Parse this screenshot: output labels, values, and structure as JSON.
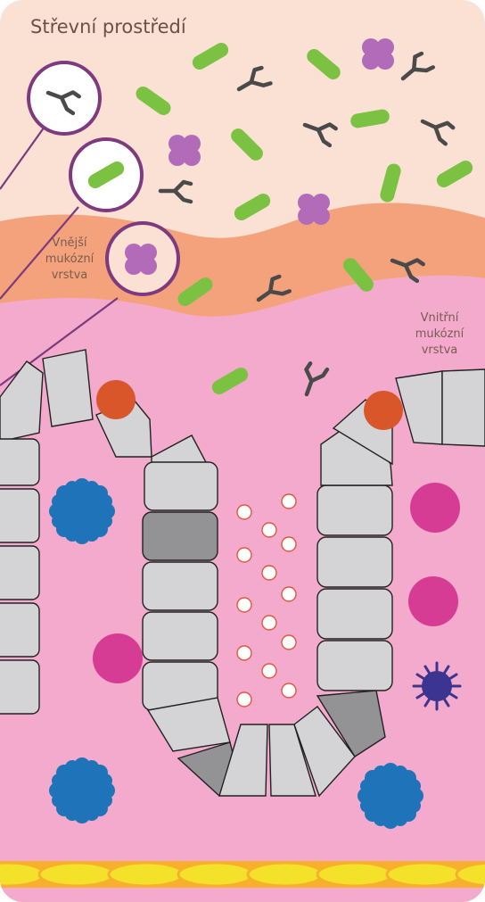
{
  "title": "Střevní prostředí",
  "outer_mucus": [
    "Vnější",
    "mukózní",
    "vrstva"
  ],
  "inner_mucus": [
    "Vnitřní",
    "mukózní",
    "vrstva"
  ],
  "legend": {
    "items": [
      "antibody-icon",
      "bacterium-icon",
      "antigen-icon"
    ]
  },
  "colors": {
    "lumen": "#fbe0d4",
    "outer_mucus": "#f4a27c",
    "inner_mucus": "#f3aacc",
    "bacterium": "#7cc242",
    "antigen": "#b26bb8",
    "antibody": "#4a4a4a",
    "epithelial": "#d4d4d6",
    "goblet": "#939396",
    "paneth_dot": "#d9552a",
    "plasma_cell": "#d63c93",
    "macrophage": "#1f74b9",
    "dendritic": "#3b3591",
    "basement": "#f4e12a",
    "antimicrobial_granule": "#e8553a",
    "legend_ring": "#7d3a7e"
  }
}
